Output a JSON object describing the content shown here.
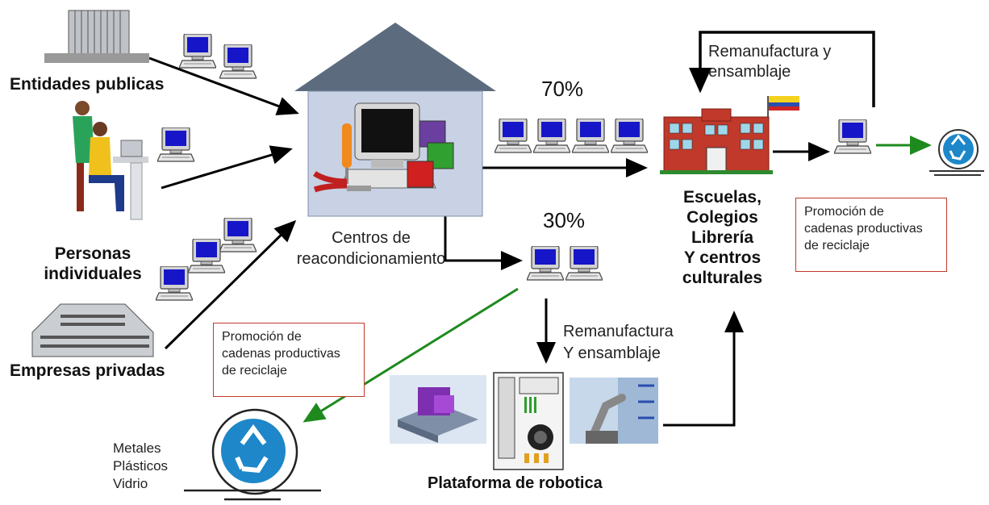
{
  "labels": {
    "entidades": "Entidades publicas",
    "personas": "Personas\nindividuales",
    "empresas": "Empresas privadas",
    "centros": "Centros de\nreacondicionamiento",
    "pct70": "70%",
    "pct30": "30%",
    "remanuf_top": "Remanufactura y\nensamblaje",
    "remanuf_mid": "Remanufactura\nY ensamblaje",
    "escuelas": "Escuelas,\nColegios\nLibrería\nY centros\nculturales",
    "plataforma": "Plataforma de robotica",
    "materiales": "Metales\nPlásticos\nVidrio"
  },
  "promo_boxes": {
    "right": "Promoción de\ncadenas productivas\nde reciclaje",
    "left": "Promoción de\ncadenas productivas\nde reciclaje"
  },
  "colors": {
    "arrow": "#000000",
    "green_arrow": "#1e8a1e",
    "promo_border": "#c0392b",
    "roof": "#5c6c7e",
    "house_body": "#c8d2e4",
    "recycle": "#1d87c9"
  }
}
